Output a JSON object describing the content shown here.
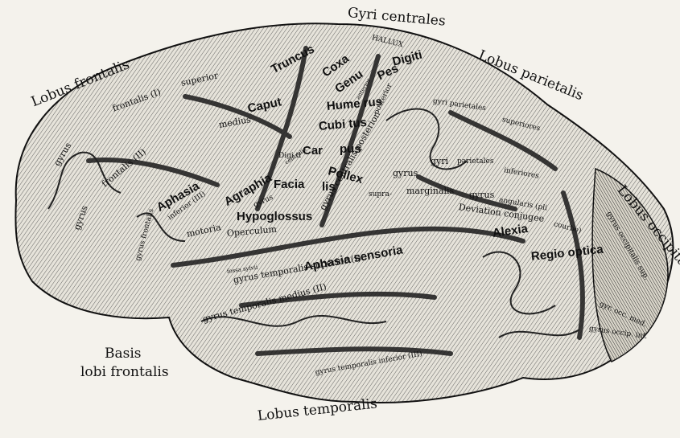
{
  "labels": {
    "gyri_centrales": "Gyri centrales",
    "lobus_frontalis": "Lobus frontalis",
    "lobus_parietalis": "Lobus parietalis",
    "lobus_occipitalis": "Lobus occipitalis",
    "lobus_temporalis": "Lobus temporalis",
    "basis_lobi_frontalis_1": "Basis",
    "basis_lobi_frontalis_2": "lobi frontalis",
    "hallux": "HALLUX",
    "truncus": "Truncus",
    "coxa": "Coxa",
    "genu": "Genu",
    "pes": "Pes",
    "digiti_top": "Digiti",
    "frontalis_superior_1": "frontalis (I)",
    "frontalis_superior_2": "superior",
    "caput": "Caput",
    "medius": "medius",
    "humerus": "Hume rus",
    "gyri_parietales_superiores_1": "gyri parietales",
    "gyri_parietales_superiores_2": "superiores",
    "cubitus": "Cubi tus",
    "anterior": "anterior",
    "posterior": "posterior",
    "carpus_1": "Car",
    "carpus_2": "pus",
    "gyrus_fr_1": "gyrus",
    "frontalis_ii": "frontalis (II)",
    "digiti_mid": "Digi ti",
    "pollex_1": "Pollex",
    "pollex_2": "lis",
    "gyrus_centralis_1": "gyrus",
    "gyri_parietales_inferiores_1": "gyri",
    "gyri_parietales_inferiores_2": "parietales",
    "gyri_parietales_inferiores_3": "inferiores",
    "facialis": "Facia",
    "centralis_small": "centralis",
    "aphasia": "Aphasia",
    "inferior_iii": "inferior (III)",
    "agraphia": "Agraphia",
    "gyrus_fr_2": "gyrus",
    "gyrus_centralis_2": "gyrus centralis posterior",
    "supra": "supra-",
    "marginalis": "marginalis",
    "gyrus_angularis_1": "gyrus",
    "gyrus_angularis_2": "angularis (pli",
    "gyrus_angularis_3": "courbe)",
    "deviation": "Deviation conjugee",
    "gyrus_left": "gyrus",
    "hypoglossus": "Hypoglossus",
    "motoria": "motoria",
    "operculum": "Operculum",
    "gyrus_frontalis_left": "gyrus frontalis",
    "alexia": "Alexia",
    "regio_optica": "Regio optica",
    "gyrus_occipitalis_sup": "gyrus occipitalis sup.",
    "fossa_sylvii": "fossa sylvii",
    "gyrus_temporalis_superior": "gyrus temporalis superior (I)",
    "aphasia_sensoria": "Aphasia sensoria",
    "gyrus_temporalis_medius": "gyrus temporalis medius (II)",
    "gyrus_temporalis_inferior": "gyrus temporalis inferior (III)",
    "gyr_occ_med": "gyr. occ. med.",
    "gyrus_occip_inf": "gyrus occip. inf."
  }
}
